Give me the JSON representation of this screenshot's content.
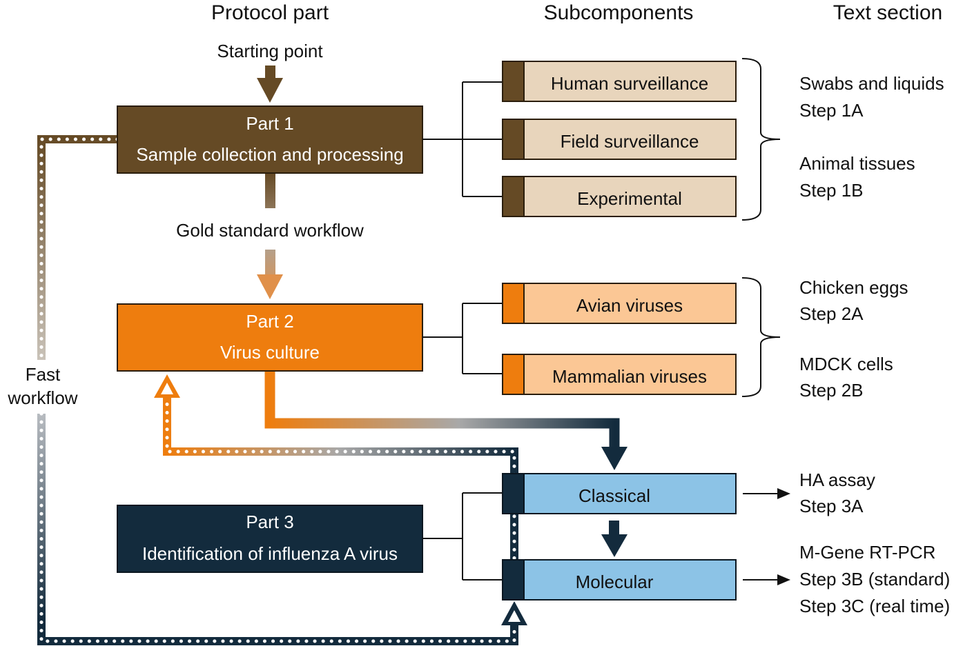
{
  "headers": {
    "protocol_part": "Protocol part",
    "subcomponents": "Subcomponents",
    "text_section": "Text section"
  },
  "labels": {
    "starting_point": "Starting point",
    "gold_standard": "Gold standard workflow",
    "fast_workflow_line1": "Fast",
    "fast_workflow_line2": "workflow"
  },
  "parts": {
    "part1": {
      "title": "Part 1",
      "subtitle": "Sample collection and processing"
    },
    "part2": {
      "title": "Part 2",
      "subtitle": "Virus culture"
    },
    "part3": {
      "title": "Part 3",
      "subtitle": "Identification of influenza A virus"
    }
  },
  "subcomponents": {
    "human": "Human surveillance",
    "field": "Field surveillance",
    "experimental": "Experimental",
    "avian": "Avian viruses",
    "mammalian": "Mammalian viruses",
    "classical": "Classical",
    "molecular": "Molecular"
  },
  "sections": {
    "s1a_title": "Swabs and liquids",
    "s1a_step": "Step 1A",
    "s1b_title": "Animal tissues",
    "s1b_step": "Step 1B",
    "s2a_title": "Chicken eggs",
    "s2a_step": "Step 2A",
    "s2b_title": "MDCK cells",
    "s2b_step": "Step 2B",
    "s3a_title": "HA assay",
    "s3a_step": "Step 3A",
    "s3b_title": "M-Gene RT-PCR",
    "s3b_step": "Step 3B (standard)",
    "s3c_step": "Step 3C (real time)"
  },
  "colors": {
    "part1": "#654a25",
    "part1_light": "#e8d5bc",
    "part2": "#ee7d0e",
    "part2_light": "#fbc795",
    "part3": "#132b3d",
    "part3_light": "#8cc3e6",
    "gray": "#a5a5a5"
  }
}
